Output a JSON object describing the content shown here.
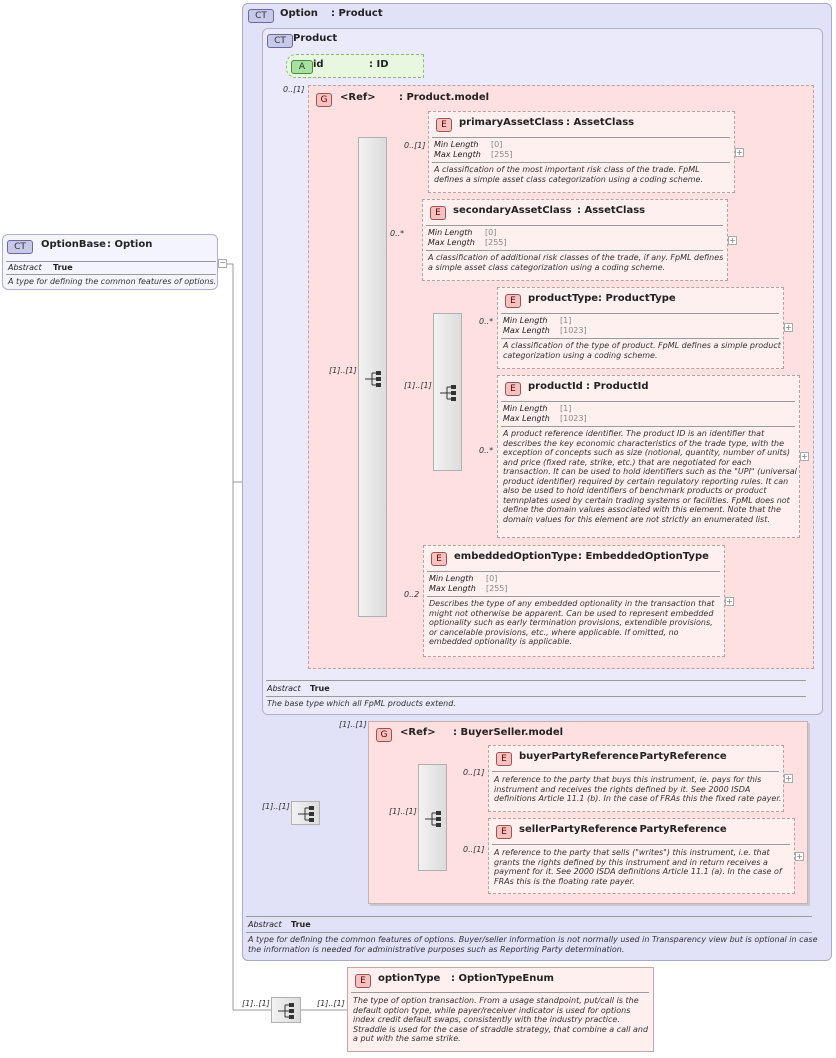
{
  "option": {
    "badge": "CT",
    "name": "Option",
    "type": ": Product",
    "abstract_label": "Abstract",
    "abstract_value": "True",
    "description": "A type for defining the common features of options. Buyer/seller information is not normally used in Transparency view but is optional in case the information is needed for administrative purposes such as Reporting Party determination."
  },
  "product": {
    "badge": "CT",
    "name": "Product",
    "abstract_label": "Abstract",
    "abstract_value": "True",
    "description": "The base type which all FpML products extend."
  },
  "id_attr": {
    "badge": "A",
    "name": "id",
    "type": ": ID"
  },
  "product_model": {
    "badge": "G",
    "ref": "<Ref>",
    "name": ": Product.model",
    "card": "0..[1]",
    "seq_card": "[1]..[1]"
  },
  "primaryAssetClass": {
    "badge": "E",
    "name": "primaryAssetClass",
    "type": ": AssetClass",
    "card": "0..[1]",
    "min_label": "Min Length",
    "min_value": "[0]",
    "max_label": "Max Length",
    "max_value": "[255]",
    "description": "A classification of the most important risk class of the trade. FpML defines a simple asset class categorization using a coding scheme."
  },
  "secondaryAssetClass": {
    "badge": "E",
    "name": "secondaryAssetClass",
    "type": ": AssetClass",
    "card": "0..*",
    "min_label": "Min Length",
    "min_value": "[0]",
    "max_label": "Max Length",
    "max_value": "[255]",
    "description": "A classification of additional risk classes of the trade, if any. FpML defines a simple asset class categorization using a coding scheme."
  },
  "inner_seq": {
    "card": "[1]..[1]"
  },
  "productType": {
    "badge": "E",
    "name": "productType",
    "type": ": ProductType",
    "card": "0..*",
    "min_label": "Min Length",
    "min_value": "[1]",
    "max_label": "Max Length",
    "max_value": "[1023]",
    "description": "A classification of the type of product. FpML defines a simple product categorization using a coding scheme."
  },
  "productId": {
    "badge": "E",
    "name": "productId",
    "type": ": ProductId",
    "card": "0..*",
    "min_label": "Min Length",
    "min_value": "[1]",
    "max_label": "Max Length",
    "max_value": "[1023]",
    "description": "A product reference identifier. The product ID is an identifier that describes the key economic characteristics of the trade type, with the exception of concepts such as size (notional, quantity, number of units) and price (fixed rate, strike, etc.) that are negotiated for each transaction. It can be used to hold identifiers such as the \"UPI\" (universal product identifier) required by certain regulatory reporting rules. It can also be used to hold identifiers of benchmark products or product temnplates used by certain trading systems or facilities. FpML does not define the domain values associated with this element. Note that the domain values for this element are not strictly an enumerated list."
  },
  "embeddedOptionType": {
    "badge": "E",
    "name": "embeddedOptionType",
    "type": ": EmbeddedOptionType",
    "card": "0..2",
    "min_label": "Min Length",
    "min_value": "[0]",
    "max_label": "Max Length",
    "max_value": "[255]",
    "description": "Describes the type of any embedded optionality in the transaction that might not otherwise be apparent. Can be used to represent embedded optionality such as early termination provisions, extendible provisions, or cancelable provisions, etc., where applicable. If omitted, no embedded optionality is applicable."
  },
  "buyer_seller_model": {
    "badge": "G",
    "ref": "<Ref>",
    "name": ": BuyerSeller.model",
    "card": "[1]..[1]",
    "seq_card": "[1]..[1]",
    "outer_seq_card": "[1]..[1]"
  },
  "buyerPartyReference": {
    "badge": "E",
    "name": "buyerPartyReference",
    "type": ": PartyReference",
    "card": "0..[1]",
    "description": "A reference to the party that buys this instrument, ie. pays for this instrument and receives the rights defined by it. See 2000 ISDA definitions Article 11.1 (b). In the case of FRAs this the fixed rate payer."
  },
  "sellerPartyReference": {
    "badge": "E",
    "name": "sellerPartyReference",
    "type": ": PartyReference",
    "card": "0..[1]",
    "description": "A reference to the party that sells (\"writes\") this instrument, i.e. that grants the rights defined by this instrument and in return receives a payment for it. See 2000 ISDA definitions Article 11.1 (a). In the case of FRAs this is the floating rate payer."
  },
  "optionType": {
    "badge": "E",
    "name": "optionType",
    "type": ": OptionTypeEnum",
    "outer_card": "[1]..[1]",
    "card": "[1]..[1]",
    "description": "The type of option transaction. From a usage standpoint, put/call is the default option type, while payer/receiver indicator is used for options index credit default swaps, consistently with the industry practice. Straddle is used for the case of straddle strategy, that combine a call and a put with the same strike."
  },
  "optionBase": {
    "badge": "CT",
    "name": "OptionBase",
    "type": ": Option",
    "abstract_label": "Abstract",
    "abstract_value": "True",
    "description": "A type for defining the common features of options."
  }
}
